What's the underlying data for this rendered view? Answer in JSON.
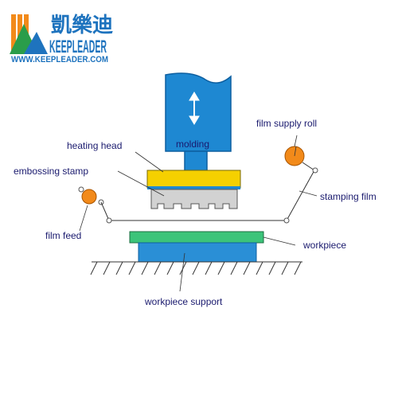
{
  "logo": {
    "chinese": "凱樂迪",
    "english": "KEEPLEADER",
    "url": "WWW.KEEPLEADER.COM"
  },
  "labels": {
    "heating_head": "heating head",
    "molding": "molding",
    "embossing_stamp": "embossing stamp",
    "film_supply_roll": "film supply roll",
    "stamping_film": "stamping film",
    "film_feed": "film feed",
    "workpiece": "workpiece",
    "workpiece_support": "workpiece support"
  },
  "colors": {
    "press_blue": "#1e88d2",
    "heating_yellow": "#f5d000",
    "stamp_gray": "#d2d2d2",
    "roll_orange": "#f28a1a",
    "workpiece_green": "#3cc47a",
    "support_blue": "#2a8fd6",
    "label_text": "#1a1a6e"
  },
  "icons": {
    "press_direction": "up-down-arrow-icon"
  }
}
